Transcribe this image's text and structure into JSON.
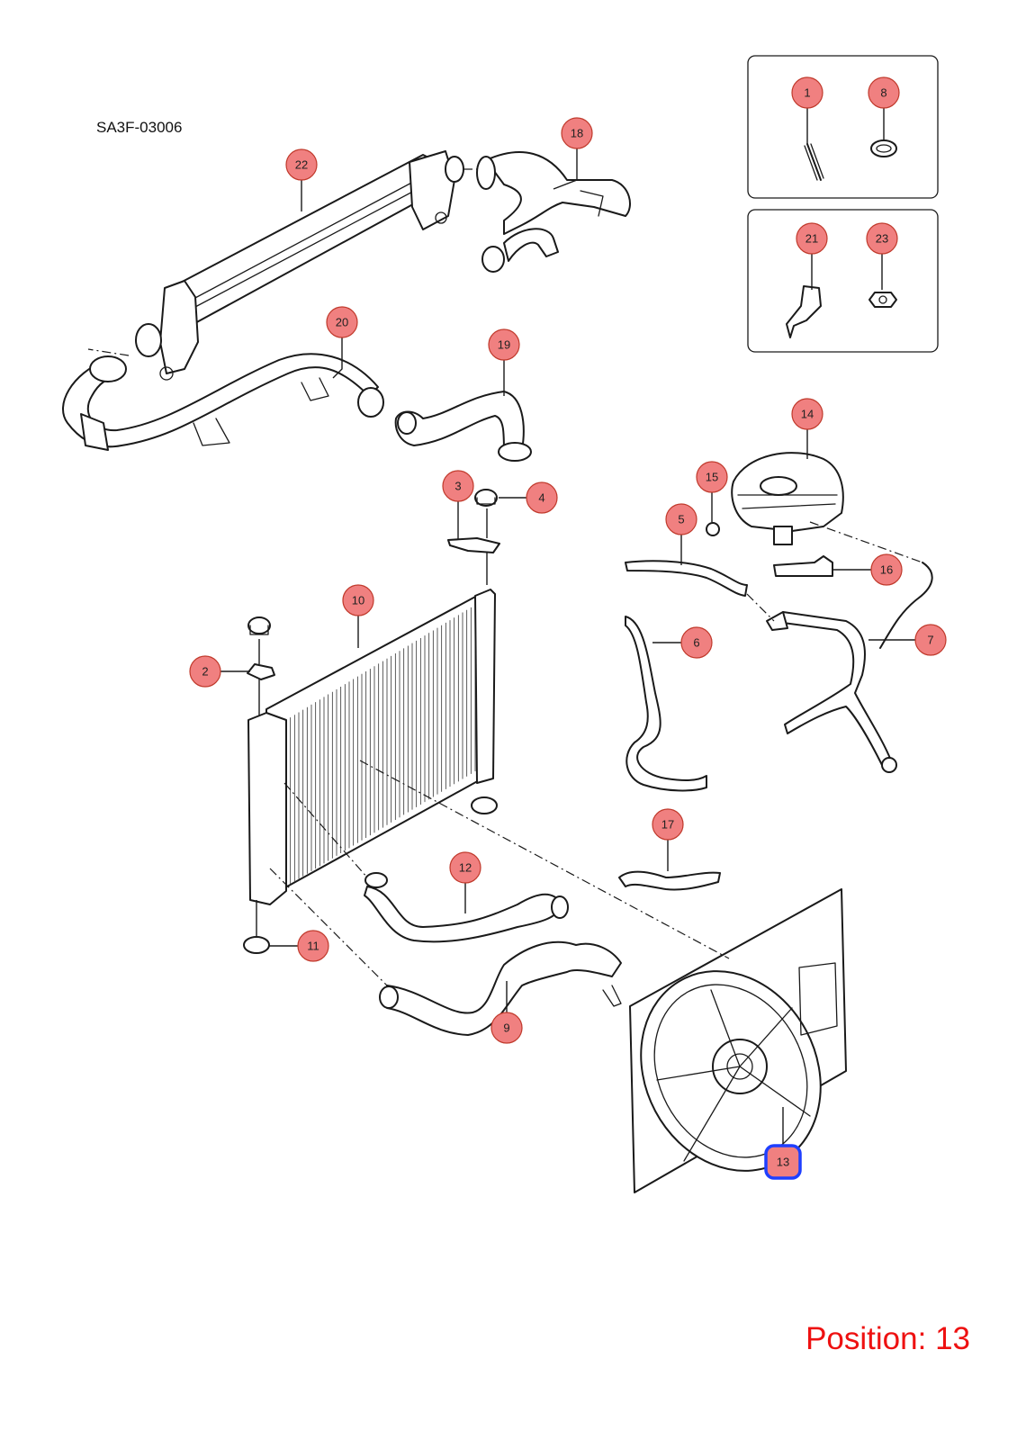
{
  "diagram": {
    "reference_code": "SA3F-03006",
    "position_prefix": "Position:",
    "selected_position": "13",
    "accent_color": "#1f3fff",
    "callout_fill": "#f08080",
    "position_color": "#ee1111",
    "callouts": [
      "1",
      "2",
      "3",
      "4",
      "5",
      "6",
      "7",
      "8",
      "9",
      "10",
      "11",
      "12",
      "13",
      "14",
      "15",
      "16",
      "17",
      "18",
      "19",
      "20",
      "21",
      "22",
      "23"
    ]
  }
}
